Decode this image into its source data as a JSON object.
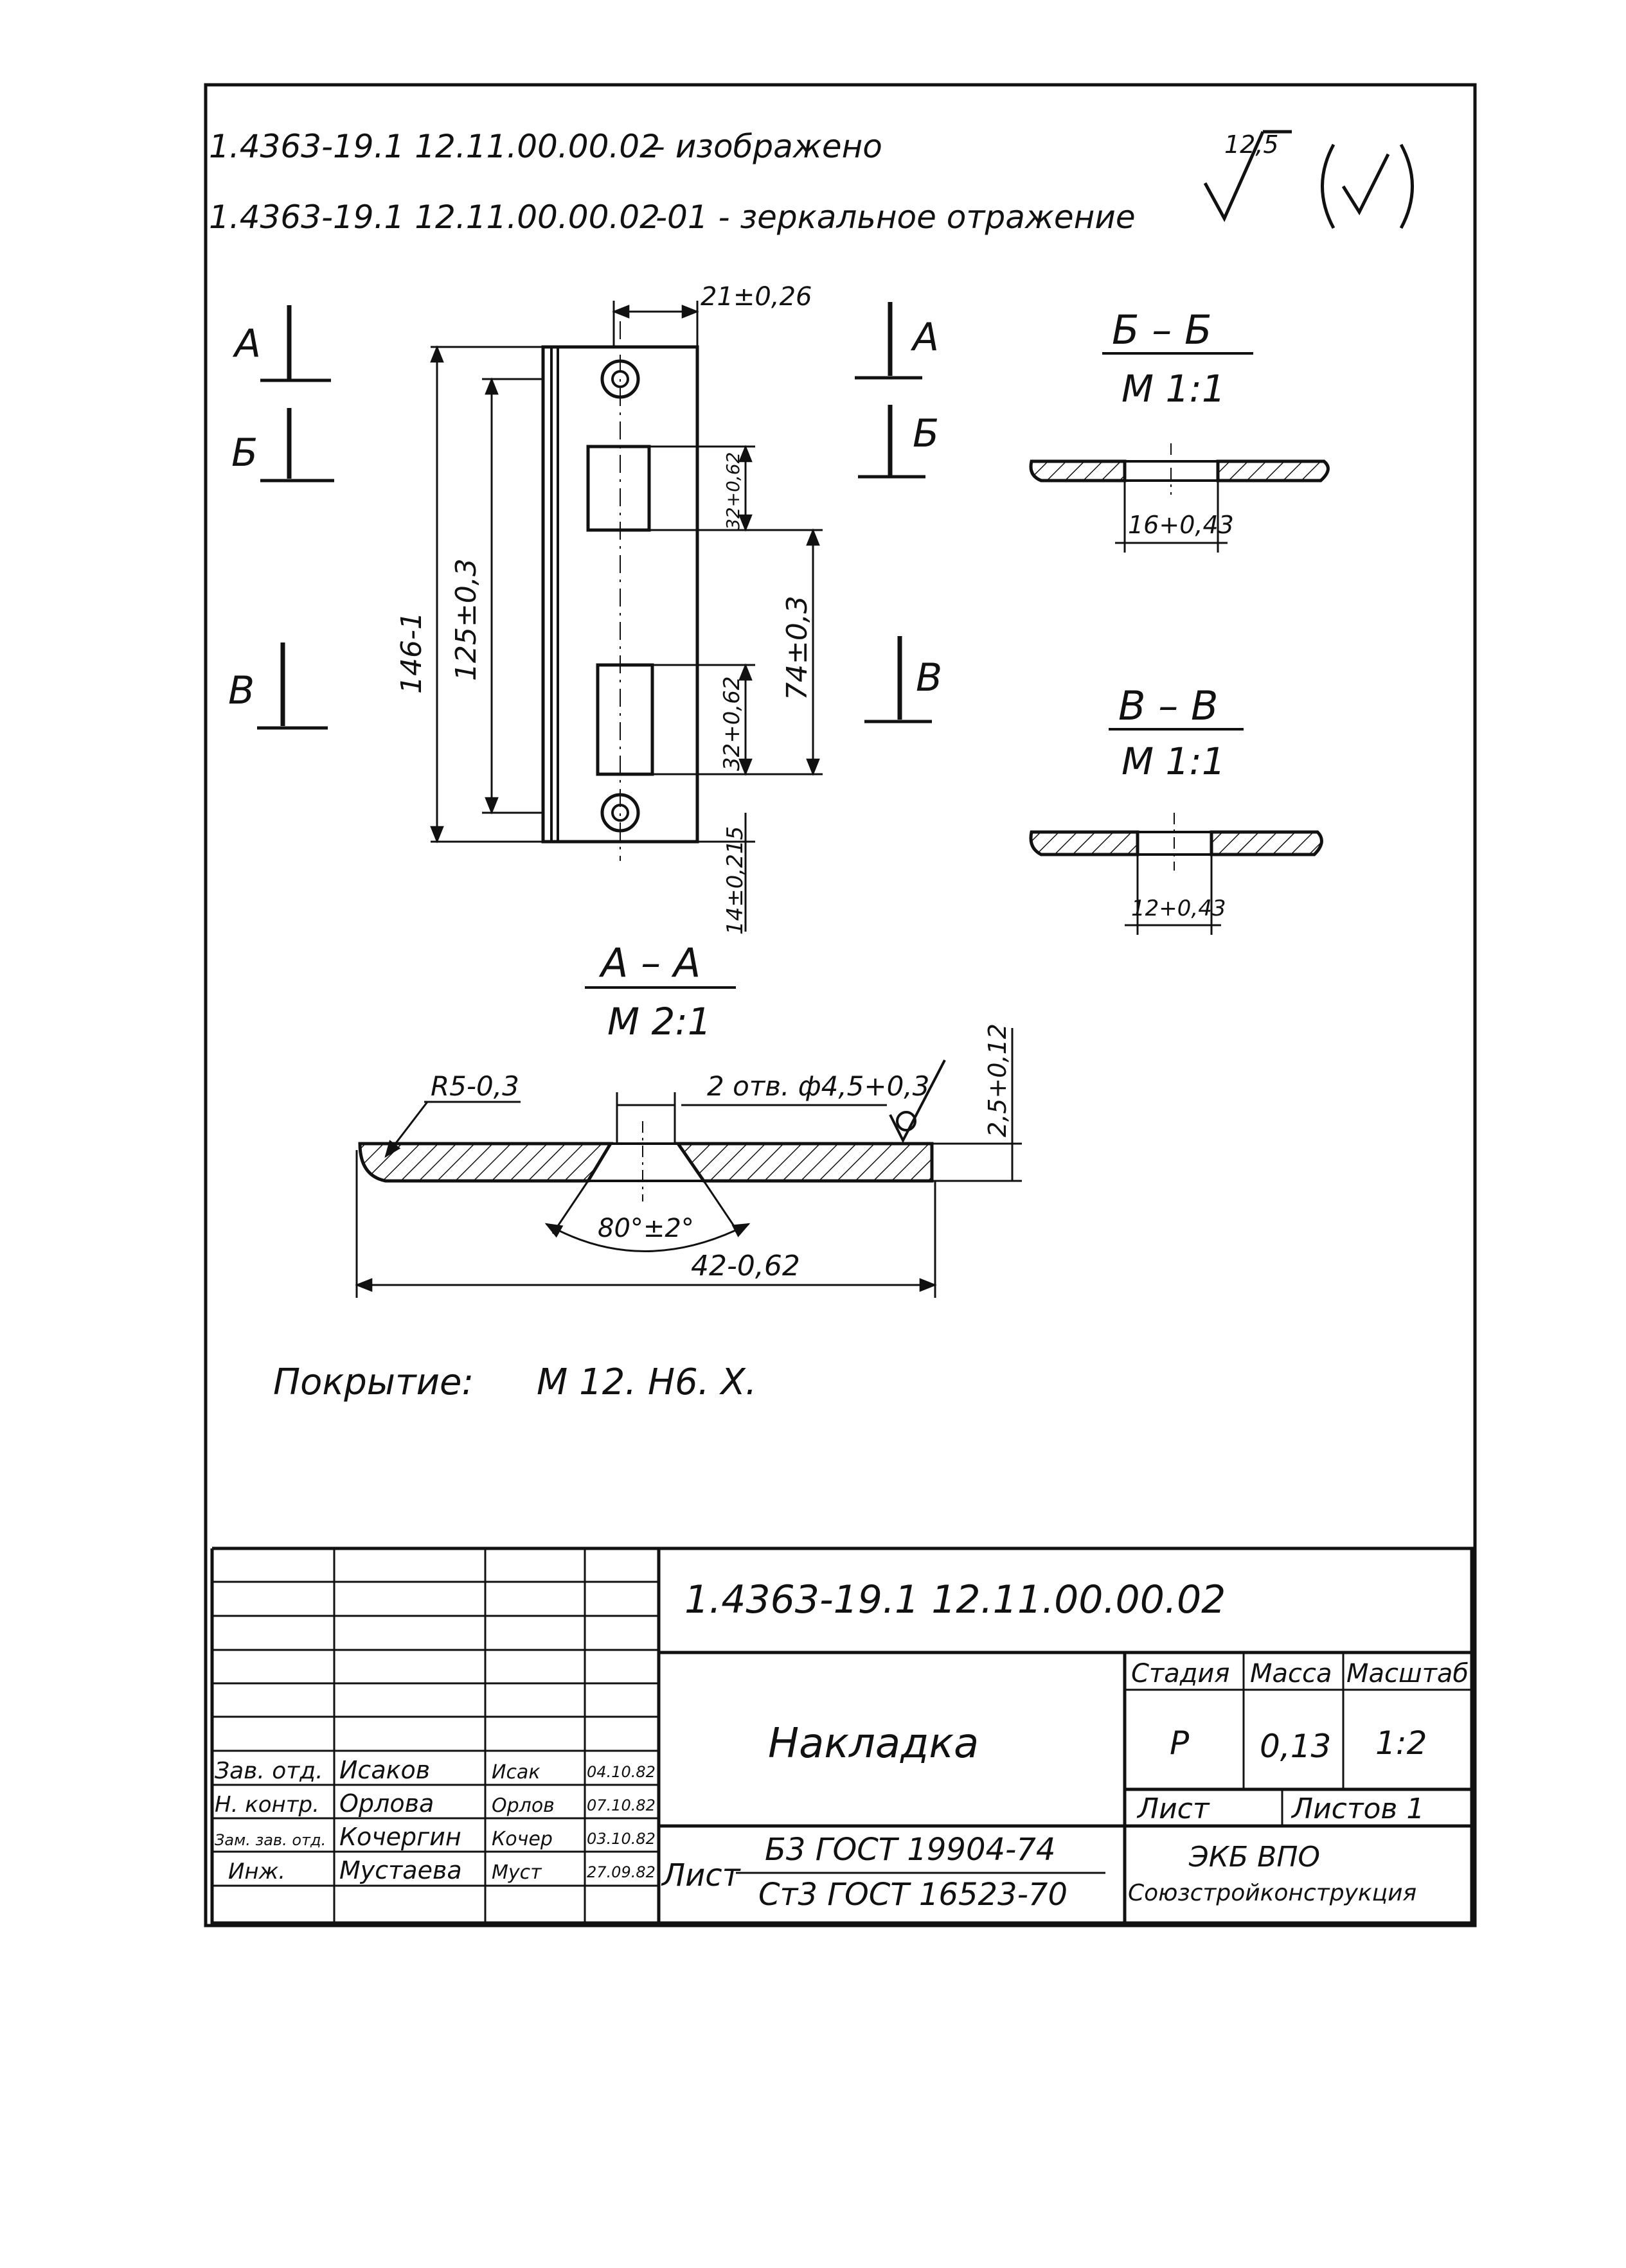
{
  "header": {
    "line1_code": "1.4363-19.1  12.11.00.00.02",
    "line1_text": "– изображено",
    "line2_code": "1.4363-19.1  12.11.00.00.02",
    "line2_text": "-01 - зеркальное отражение",
    "roughness_value": "12,5"
  },
  "section_markers": {
    "a": "А",
    "b": "Б",
    "v": "В"
  },
  "main_view": {
    "dim_width": "21±0,26",
    "dim_length_total": "146-1",
    "dim_hole_spacing": "125±0,3",
    "dim_slot_upper": "32+0,62",
    "dim_slot_spacing": "74±0,3",
    "dim_slot_lower": "32+0,62",
    "dim_hole_offset": "14±0,215"
  },
  "section_bb": {
    "title": "Б – Б",
    "scale": "М 1:1",
    "dim": "16+0,43"
  },
  "section_vv": {
    "title": "В – В",
    "scale": "М 1:1",
    "dim": "12+0,43"
  },
  "section_aa": {
    "title": "А – А",
    "scale": "М 2:1",
    "dim_radius": "R5-0,3",
    "dim_holes": "2 отв. ф4,5+0,3",
    "dim_thickness": "2,5+0,12",
    "dim_angle": "80°±2°",
    "dim_length": "42-0,62"
  },
  "coating": {
    "label": "Покрытие:",
    "value": "М 12. Н6. Х."
  },
  "title_block": {
    "doc_code": "1.4363-19.1  12.11.00.00.02",
    "part_name": "Накладка",
    "material_line1": "Б3 ГОСТ 19904-74",
    "material_line2": "Ст3 ГОСТ 16523-70",
    "material_prefix": "Лист",
    "col_stage": "Стадия",
    "col_mass": "Масса",
    "col_scale": "Масштаб",
    "stage_value": "Р",
    "mass_value": "0,13",
    "scale_value": "1:2",
    "sheet_label": "Лист",
    "sheets_label": "Листов 1",
    "org_line1": "ЭКБ    ВПО",
    "org_line2": "Союзстройконструкция",
    "signatures": [
      {
        "role": "Зав. отд.",
        "name": "Исаков",
        "sign": "Исак",
        "date": "04.10.82"
      },
      {
        "role": "Н. контр.",
        "name": "Орлова",
        "sign": "Орлов",
        "date": "07.10.82"
      },
      {
        "role": "Зам. зав. отд.",
        "name": "Кочергин",
        "sign": "Кочер",
        "date": "03.10.82"
      },
      {
        "role": "Инж.",
        "name": "Мустаева",
        "sign": "Муст",
        "date": "27.09.82"
      }
    ]
  }
}
